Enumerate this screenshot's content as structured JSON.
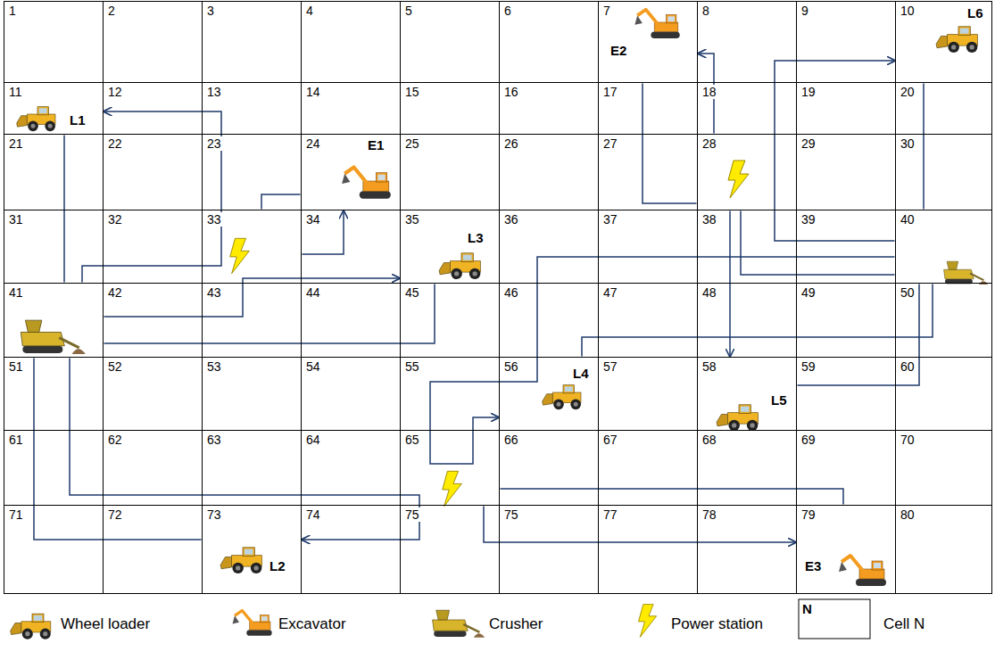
{
  "diagram": {
    "nodes": [
      {
        "text": [
          "1"
        ]
      },
      {
        "text": [
          "2"
        ]
      },
      {
        "text": [
          "3"
        ]
      },
      {
        "text": [
          "4"
        ]
      },
      {
        "text": [
          "5"
        ]
      },
      {
        "text": [
          "6"
        ]
      },
      {
        "text": [
          "7"
        ]
      },
      {
        "text": [
          "8"
        ]
      },
      {
        "text": [
          "9"
        ]
      },
      {
        "text": [
          "10"
        ]
      },
      {
        "text": [
          "11"
        ]
      },
      {
        "text": [
          "12"
        ]
      },
      {
        "text": [
          "13"
        ]
      },
      {
        "text": [
          "14"
        ]
      },
      {
        "text": [
          "15"
        ]
      },
      {
        "text": [
          "16"
        ]
      },
      {
        "text": [
          "17"
        ]
      },
      {
        "text": [
          "18"
        ]
      },
      {
        "text": [
          "19"
        ]
      },
      {
        "text": [
          "20"
        ]
      },
      {
        "text": [
          "21"
        ]
      },
      {
        "text": [
          "22"
        ]
      },
      {
        "text": [
          "23"
        ]
      },
      {
        "text": [
          "24"
        ]
      },
      {
        "text": [
          "25"
        ]
      },
      {
        "text": [
          "26"
        ]
      },
      {
        "text": [
          "27"
        ]
      },
      {
        "text": [
          "28"
        ]
      },
      {
        "text": [
          "29"
        ]
      },
      {
        "text": [
          "30"
        ]
      },
      {
        "text": [
          "31"
        ]
      },
      {
        "text": [
          "32"
        ]
      },
      {
        "text": [
          "33"
        ]
      },
      {
        "text": [
          "34"
        ]
      },
      {
        "text": [
          "35"
        ]
      },
      {
        "text": [
          "36"
        ]
      },
      {
        "text": [
          "37"
        ]
      },
      {
        "text": [
          "38"
        ]
      },
      {
        "text": [
          "39"
        ]
      },
      {
        "text": [
          "40"
        ]
      },
      {
        "text": [
          "41"
        ]
      },
      {
        "text": [
          "42"
        ]
      },
      {
        "text": [
          "43"
        ]
      },
      {
        "text": [
          "44"
        ]
      },
      {
        "text": [
          "45"
        ]
      },
      {
        "text": [
          "46"
        ]
      },
      {
        "text": [
          "47"
        ]
      },
      {
        "text": [
          "48"
        ]
      },
      {
        "text": [
          "49"
        ]
      },
      {
        "text": [
          "50"
        ]
      },
      {
        "text": [
          "51"
        ]
      },
      {
        "text": [
          "52"
        ]
      },
      {
        "text": [
          "53"
        ]
      },
      {
        "text": [
          "54"
        ]
      },
      {
        "text": [
          "55"
        ]
      },
      {
        "text": [
          "56"
        ]
      },
      {
        "text": [
          "57"
        ]
      },
      {
        "text": [
          "58"
        ]
      },
      {
        "text": [
          "59"
        ]
      },
      {
        "text": [
          "60"
        ]
      },
      {
        "text": [
          "61"
        ]
      },
      {
        "text": [
          "62"
        ]
      },
      {
        "text": [
          "63"
        ]
      },
      {
        "text": [
          "64"
        ]
      },
      {
        "text": [
          "65"
        ]
      },
      {
        "text": [
          "66"
        ]
      },
      {
        "text": [
          "67"
        ]
      },
      {
        "text": [
          "68"
        ]
      },
      {
        "text": [
          "69"
        ]
      },
      {
        "text": [
          "70"
        ]
      },
      {
        "text": [
          "71"
        ]
      },
      {
        "text": [
          "72"
        ]
      },
      {
        "text": [
          "73"
        ]
      },
      {
        "text": [
          "74"
        ]
      },
      {
        "text": [
          "75"
        ]
      },
      {
        "text": [
          "75"
        ]
      },
      {
        "text": [
          "77"
        ]
      },
      {
        "text": [
          "78"
        ]
      },
      {
        "text": [
          "79"
        ]
      },
      {
        "text": [
          "80"
        ]
      }
    ],
    "edges": [
      {
        "from": 10,
        "to": 40,
        "arrow": "none"
      },
      {
        "from": 40,
        "to": 10,
        "arrow": "to"
      },
      {
        "from": 72,
        "to": 40,
        "arrow": "none"
      },
      {
        "from": 40,
        "to": 72,
        "arrow": "to"
      },
      {
        "from": 34,
        "to": 40,
        "arrow": "none"
      },
      {
        "from": 40,
        "to": 34,
        "arrow": "to"
      },
      {
        "from": 23,
        "to": 32,
        "arrow": "none"
      },
      {
        "from": 32,
        "to": 23,
        "arrow": "to"
      },
      {
        "from": 6,
        "to": 27,
        "arrow": "none"
      },
      {
        "from": 27,
        "to": 6,
        "arrow": "to"
      },
      {
        "from": 9,
        "to": 39,
        "arrow": "none"
      },
      {
        "from": 39,
        "to": 9,
        "arrow": "to"
      },
      {
        "from": 55,
        "to": 39,
        "arrow": "none"
      },
      {
        "from": 39,
        "to": 55,
        "arrow": "to"
      },
      {
        "from": 57,
        "to": 39,
        "arrow": "none"
      },
      {
        "from": 39,
        "to": 27,
        "arrow": "none"
      },
      {
        "from": 27,
        "to": 57,
        "arrow": "to"
      },
      {
        "from": 78,
        "to": 64,
        "arrow": "none"
      },
      {
        "from": 64,
        "to": 78,
        "arrow": "to"
      }
    ],
    "labels": [
      "L1",
      "L2",
      "L3",
      "L4",
      "L5",
      "L6",
      "E1",
      "E2",
      "E3",
      "N"
    ],
    "legend": [
      {
        "text": "Wheel loader"
      },
      {
        "text": "Excavator"
      },
      {
        "text": "Crusher"
      },
      {
        "text": "Power station"
      },
      {
        "text": "Cell N"
      }
    ]
  }
}
